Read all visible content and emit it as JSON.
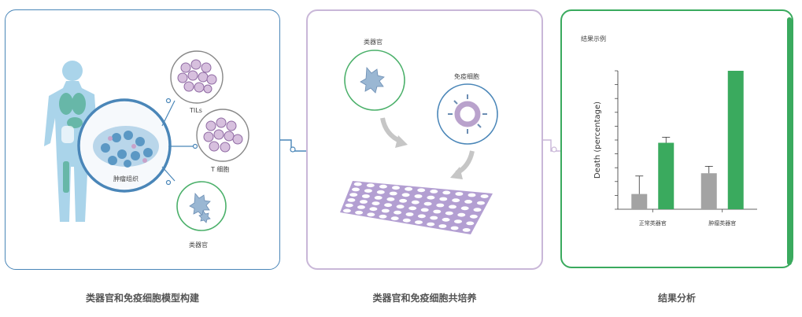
{
  "panel1": {
    "caption": "类器官和免疫细胞模型构建",
    "tumor_label": "肿瘤组织",
    "tils_label": "TILs",
    "tcell_label": "T 细胞",
    "organoid_label": "类器官"
  },
  "panel2": {
    "caption": "类器官和免疫细胞共培养",
    "organoid_label": "类器官",
    "immune_label": "免疫细胞"
  },
  "panel3": {
    "caption": "结果分析",
    "title": "结果示例"
  },
  "colors": {
    "blue": "#4a86b8",
    "purple": "#b9a2cc",
    "green": "#3aaa5e",
    "gray": "#a3a3a3"
  },
  "chart_data": {
    "type": "bar",
    "title": "结果示例",
    "ylabel": "Death (percentage)",
    "xlabel": "",
    "categories": [
      "正常类器官",
      "肿瘤类器官"
    ],
    "series": [
      {
        "color": "#a3a3a3",
        "values": [
          11,
          26
        ],
        "errors": [
          13,
          5
        ]
      },
      {
        "color": "#3aaa5e",
        "values": [
          48,
          100
        ],
        "errors": [
          4,
          0
        ]
      }
    ],
    "ylim": [
      0,
      100
    ],
    "grid": false
  }
}
